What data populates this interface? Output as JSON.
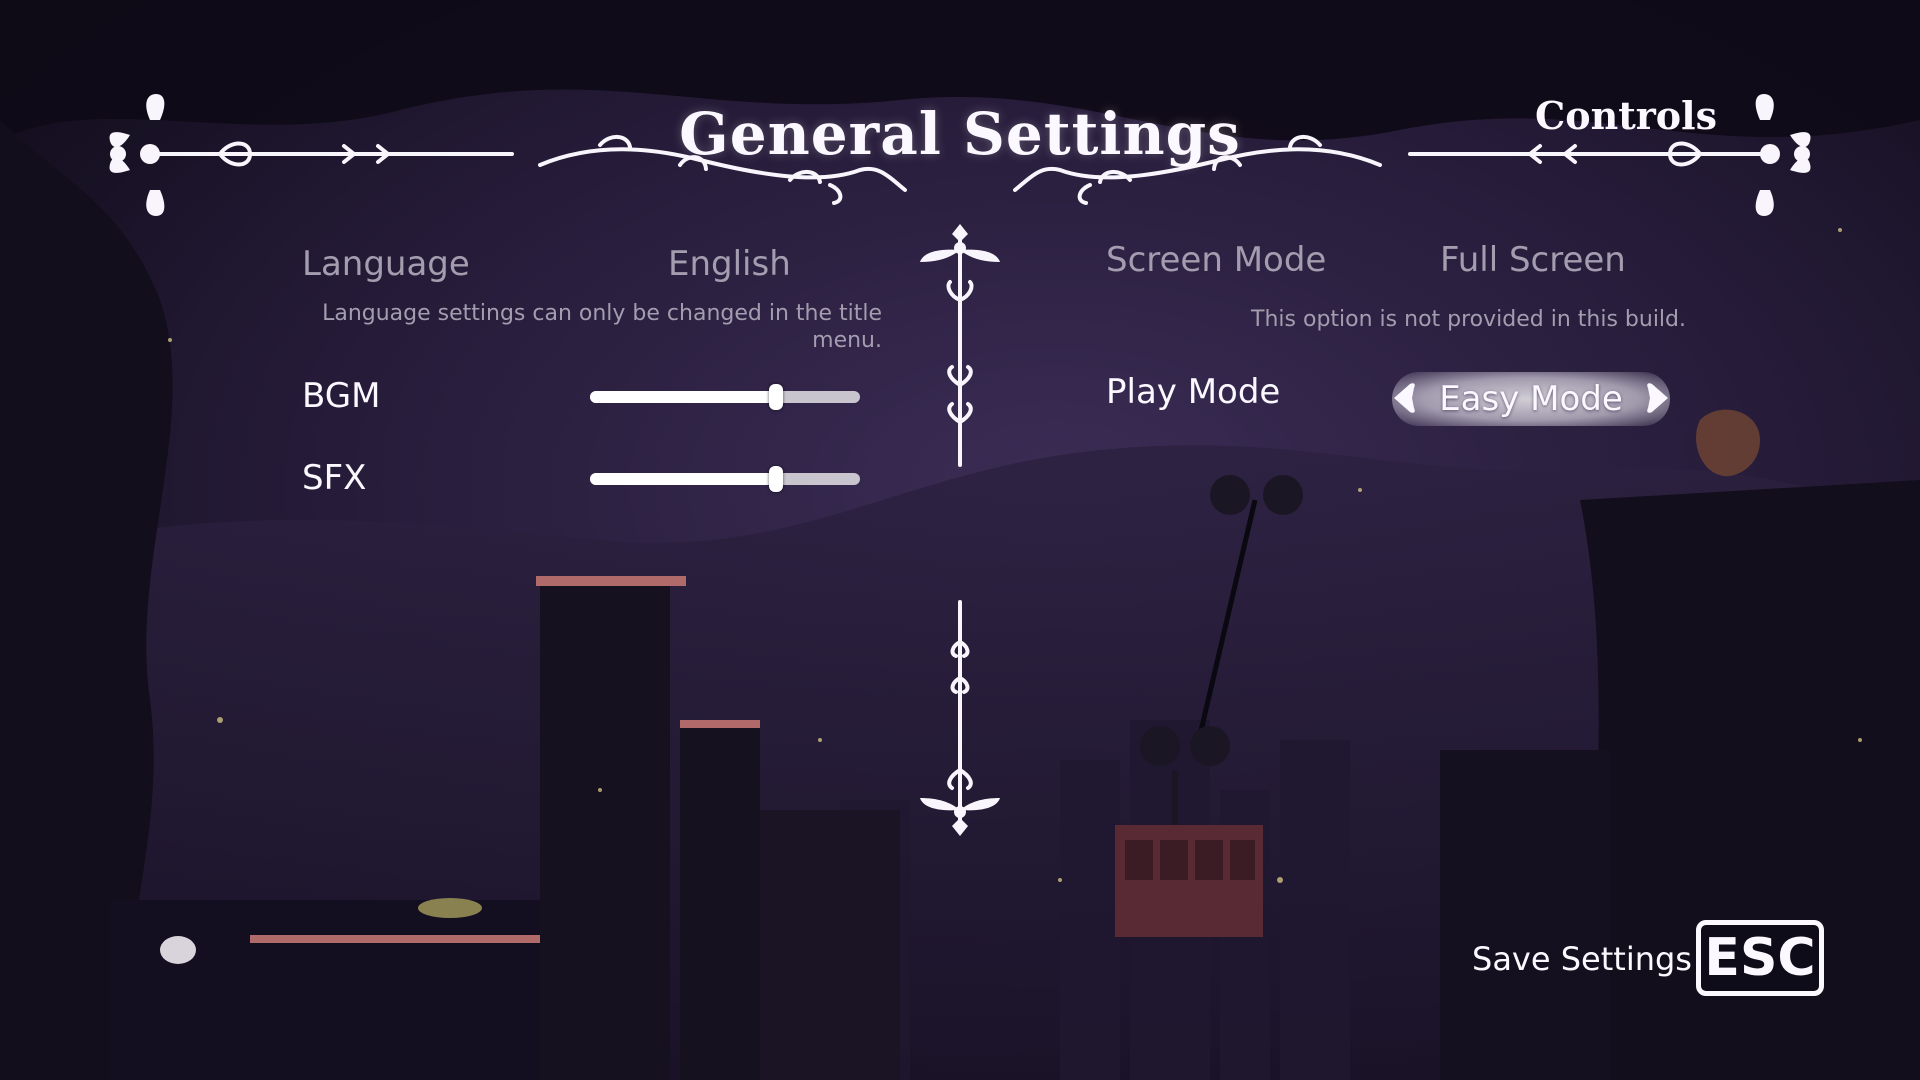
{
  "header": {
    "title": "General Settings",
    "controls_label": "Controls"
  },
  "left_panel": {
    "language": {
      "label": "Language",
      "value": "English",
      "note": "Language settings can only be changed in the title menu."
    },
    "bgm": {
      "label": "BGM",
      "level": 0.69
    },
    "sfx": {
      "label": "SFX",
      "level": 0.69
    }
  },
  "right_panel": {
    "screen_mode": {
      "label": "Screen Mode",
      "value": "Full Screen",
      "note": "This option is not provided in this build."
    },
    "play_mode": {
      "label": "Play Mode",
      "value": "Easy Mode"
    }
  },
  "footer": {
    "save_label": "Save Settings",
    "esc_key": "ESC"
  },
  "icons": {
    "prev": "arrow-left-icon",
    "next": "arrow-right-icon",
    "ornament": "vine-ornament-icon"
  },
  "colors": {
    "text_bright": "#fbf8ff",
    "text_dim": "#a39daf",
    "accent_pill": "#f0ecf6"
  }
}
